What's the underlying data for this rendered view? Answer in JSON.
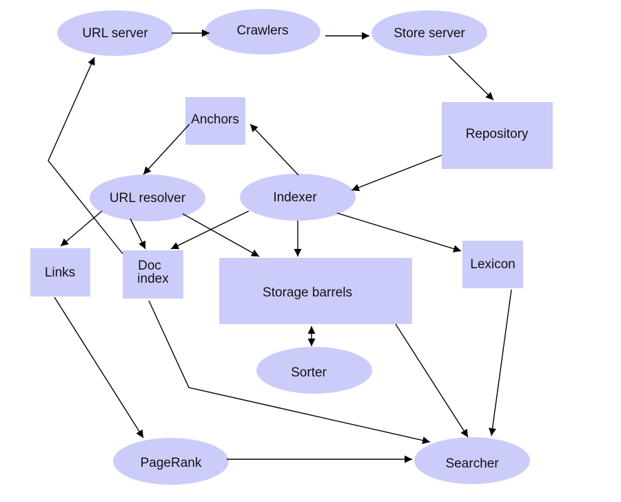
{
  "colors": {
    "node_fill": "#ccccfa",
    "edge": "#000000",
    "text": "#111111"
  },
  "nodes": {
    "url_server": "URL server",
    "crawlers": "Crawlers",
    "store_server": "Store server",
    "repository": "Repository",
    "anchors": "Anchors",
    "url_resolver": "URL resolver",
    "indexer": "Indexer",
    "links": "Links",
    "doc_index_line1": "Doc",
    "doc_index_line2": "index",
    "storage_barrels": "Storage barrels",
    "lexicon": "Lexicon",
    "sorter": "Sorter",
    "pagerank": "PageRank",
    "searcher": "Searcher"
  },
  "edges": [
    {
      "from": "URL server",
      "to": "Crawlers"
    },
    {
      "from": "Crawlers",
      "to": "Store server"
    },
    {
      "from": "Store server",
      "to": "Repository"
    },
    {
      "from": "Repository",
      "to": "Indexer"
    },
    {
      "from": "Indexer",
      "to": "Anchors"
    },
    {
      "from": "Anchors",
      "to": "URL resolver"
    },
    {
      "from": "Indexer",
      "to": "Doc index"
    },
    {
      "from": "Indexer",
      "to": "Storage barrels"
    },
    {
      "from": "Indexer",
      "to": "Lexicon"
    },
    {
      "from": "URL resolver",
      "to": "Links"
    },
    {
      "from": "URL resolver",
      "to": "Doc index"
    },
    {
      "from": "URL resolver",
      "to": "Storage barrels"
    },
    {
      "from": "Doc index",
      "to": "URL server"
    },
    {
      "from": "Storage barrels",
      "to": "Sorter",
      "bidirectional": true
    },
    {
      "from": "Links",
      "to": "PageRank"
    },
    {
      "from": "PageRank",
      "to": "Searcher"
    },
    {
      "from": "Doc index",
      "to": "Searcher"
    },
    {
      "from": "Storage barrels",
      "to": "Searcher"
    },
    {
      "from": "Lexicon",
      "to": "Searcher"
    }
  ]
}
